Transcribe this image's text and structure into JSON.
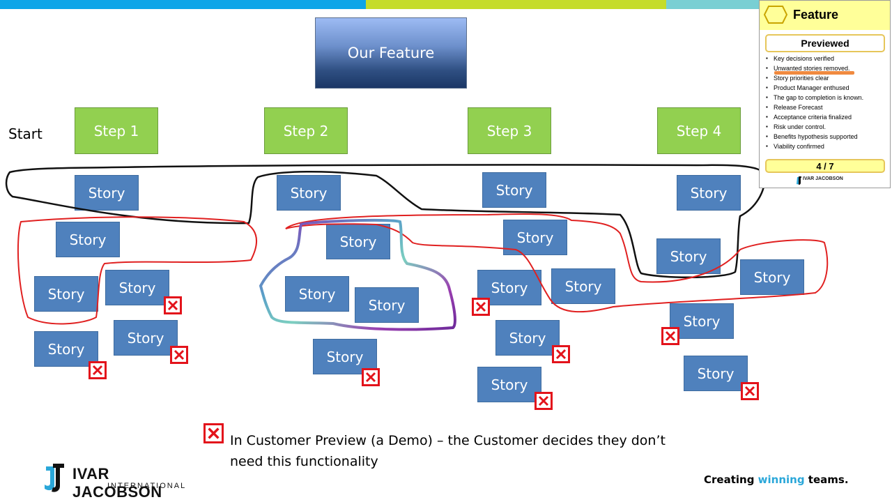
{
  "colors": {
    "bar_blue": "#0ea5e8",
    "bar_green": "#c5dc2a",
    "bar_teal": "#79cfd3",
    "step_green": "#92d050",
    "story_blue": "#4f81bd",
    "reject_red": "#e3131b",
    "accent_blue": "#2aa7d9"
  },
  "feature": {
    "label": "Our Feature"
  },
  "start_label": "Start",
  "steps": [
    "Step 1",
    "Step 2",
    "Step 3",
    "Step 4"
  ],
  "story_label": "Story",
  "stories": [
    {
      "id": "s1",
      "label": "Story",
      "rejected": false
    },
    {
      "id": "s2",
      "label": "Story",
      "rejected": false
    },
    {
      "id": "s3",
      "label": "Story",
      "rejected": false
    },
    {
      "id": "s4",
      "label": "Story",
      "rejected": false
    },
    {
      "id": "s5",
      "label": "Story",
      "rejected": false
    },
    {
      "id": "s6",
      "label": "Story",
      "rejected": false
    },
    {
      "id": "s7",
      "label": "Story",
      "rejected": false
    },
    {
      "id": "s8",
      "label": "Story",
      "rejected": false
    },
    {
      "id": "s9",
      "label": "Story",
      "rejected": true
    },
    {
      "id": "s10",
      "label": "Story",
      "rejected": false
    },
    {
      "id": "s11",
      "label": "Story",
      "rejected": false
    },
    {
      "id": "s12",
      "label": "Story",
      "rejected": true
    },
    {
      "id": "s13",
      "label": "Story",
      "rejected": false
    },
    {
      "id": "s14",
      "label": "Story",
      "rejected": false
    },
    {
      "id": "s15",
      "label": "Story",
      "rejected": true
    },
    {
      "id": "s16",
      "label": "Story",
      "rejected": true
    },
    {
      "id": "s17",
      "label": "Story",
      "rejected": true
    },
    {
      "id": "s18",
      "label": "Story",
      "rejected": true
    },
    {
      "id": "s19",
      "label": "Story",
      "rejected": true
    },
    {
      "id": "s20",
      "label": "Story",
      "rejected": true
    },
    {
      "id": "s21",
      "label": "Story",
      "rejected": true
    },
    {
      "id": "s22",
      "label": "Story",
      "rejected": false
    }
  ],
  "legend": {
    "text": "In Customer Preview (a Demo) – the Customer decides they don’t need this functionality",
    "icon": "red-x-box-icon"
  },
  "tagline": {
    "before": "Creating ",
    "accent": "winning",
    "after": " teams."
  },
  "logo": {
    "name": "IVAR JACOBSON",
    "sub": "INTERNATIONAL"
  },
  "card": {
    "title": "Feature",
    "state": "Previewed",
    "items": [
      "Key decisions verified",
      "Unwanted stories removed.",
      "Story priorities clear",
      "Product Manager enthused",
      "The gap to completion is known.",
      "Release Forecast",
      "Acceptance criteria finalized",
      "Risk under control.",
      "Benefits hypothesis supported",
      "Viability confirmed"
    ],
    "progress": "4 / 7",
    "logo_text": "IVAR JACOBSON"
  }
}
